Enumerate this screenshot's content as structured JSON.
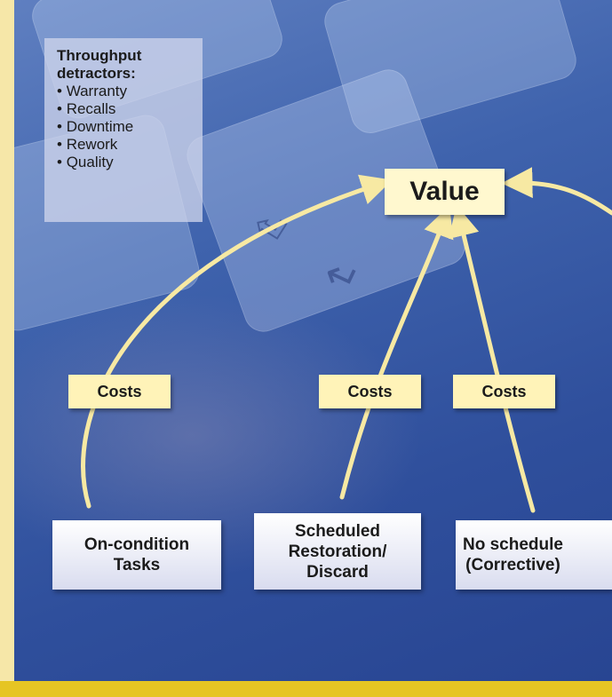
{
  "legend": {
    "title": "Throughput detractors:",
    "items": [
      "Warranty",
      "Recalls",
      "Downtime",
      "Rework",
      "Quality"
    ]
  },
  "value_label": "Value",
  "cost_labels": [
    "Costs",
    "Costs",
    "Costs"
  ],
  "tasks": [
    "On-condition\nTasks",
    "Scheduled\nRestoration/\nDiscard",
    "No schedule\n(Corrective)"
  ],
  "colors": {
    "background_blue": "#2f4f9c",
    "page_border": "#f6e7a8",
    "bottom_bar": "#e6c523",
    "label_fill": "#fff3b8",
    "arrow_fill": "#f7e9a3"
  }
}
